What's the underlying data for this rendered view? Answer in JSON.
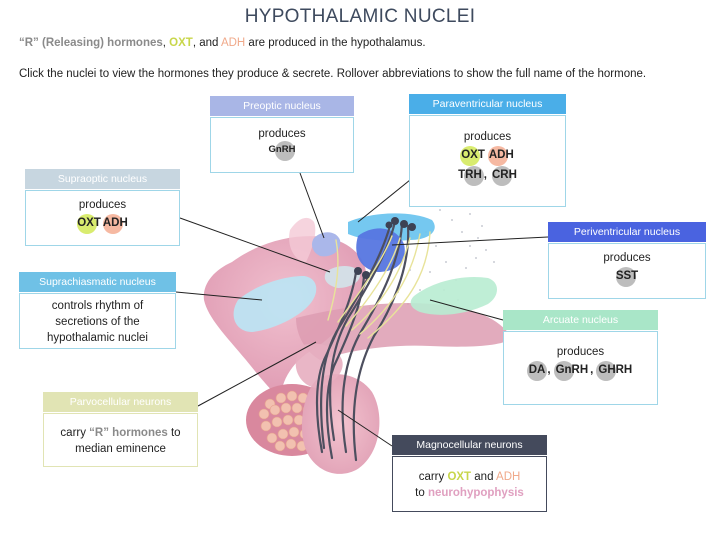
{
  "title": "HYPOTHALAMIC NUCLEI",
  "intro": {
    "r_label": "“R” (Releasing) hormones",
    "comma1": ", ",
    "oxt": "OXT",
    "and": ", and ",
    "adh": "ADH",
    "rest": " are produced in the hypothalamus.",
    "instructions": "Click the nuclei to view the hormones they produce & secrete. Rollover abbreviations to show the full name of the hormone."
  },
  "colors": {
    "preoptic": "#a9b6e6",
    "paraventricular": "#4aaee8",
    "supraoptic": "#c7d6e0",
    "periventricular": "#4a63e0",
    "suprachiasmatic": "#6fc1e6",
    "arcuate": "#a9e6c8",
    "parvocellular": "#e1e4b4",
    "magnocellular": "#444a5c",
    "oxt_circle": "#d9ec6f",
    "adh_circle": "#f6b9a2",
    "grey_circle": "#bdbdbd"
  },
  "preoptic": {
    "header": "Preoptic nucleus",
    "produces": "produces",
    "hormones": [
      "GnRH"
    ]
  },
  "paraventricular": {
    "header": "Paraventricular nucleus",
    "produces": "produces",
    "row1": [
      "OXT",
      "ADH"
    ],
    "row2": [
      "TRH",
      "CRH"
    ],
    "sep": ","
  },
  "supraoptic": {
    "header": "Supraoptic nucleus",
    "produces": "produces",
    "hormones": [
      "OXT",
      "ADH"
    ]
  },
  "periventricular": {
    "header": "Periventricular nucleus",
    "produces": "produces",
    "hormones": [
      "SST"
    ]
  },
  "suprachiasmatic": {
    "header": "Suprachiasmatic nucleus",
    "line1": "controls rhythm of",
    "line2": "secretions of the",
    "line3": "hypothalamic nuclei"
  },
  "arcuate": {
    "header": "Arcuate nucleus",
    "produces": "produces",
    "hormones": [
      "DA",
      "GnRH",
      "GHRH"
    ],
    "sep": ","
  },
  "parvocellular": {
    "header": "Parvocellular neurons",
    "carry": "carry ",
    "r_hormones": "“R” hormones",
    "to": " to",
    "line2": "median eminence"
  },
  "magnocellular": {
    "header": "Magnocellular neurons",
    "carry": "carry ",
    "oxt": "OXT",
    "and": " and ",
    "adh": "ADH",
    "to": "to ",
    "neuro": "neurohypophysis"
  }
}
